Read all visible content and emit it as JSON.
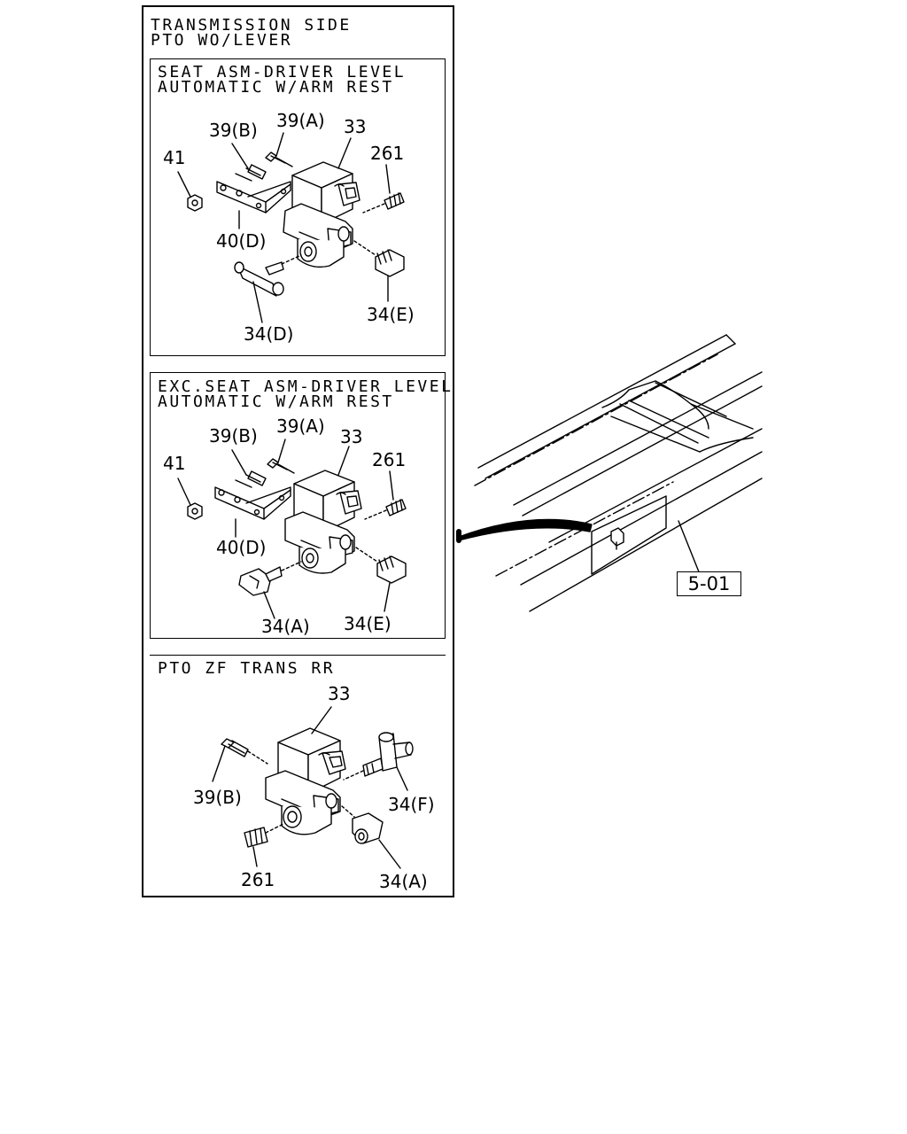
{
  "outer": {
    "title_line1": "TRANSMISSION SIDE",
    "title_line2": "PTO WO/LEVER"
  },
  "panel1": {
    "title_line1": "SEAT ASM-DRIVER LEVEL",
    "title_line2": "AUTOMATIC W/ARM REST",
    "callouts": {
      "c41": "41",
      "c39b": "39(B)",
      "c39a": "39(A)",
      "c33": "33",
      "c261": "261",
      "c40d": "40(D)",
      "c34e": "34(E)",
      "c34d": "34(D)"
    }
  },
  "panel2": {
    "title_line1": "EXC.SEAT ASM-DRIVER LEVEL",
    "title_line2": "AUTOMATIC W/ARM REST",
    "callouts": {
      "c41": "41",
      "c39b": "39(B)",
      "c39a": "39(A)",
      "c33": "33",
      "c261": "261",
      "c40d": "40(D)",
      "c34a": "34(A)",
      "c34e": "34(E)"
    }
  },
  "panel3": {
    "title_line1": "PTO ZF TRANS RR",
    "callouts": {
      "c33": "33",
      "c39b": "39(B)",
      "c34f": "34(F)",
      "c261": "261",
      "c34a": "34(A)"
    }
  },
  "chassis": {
    "reference": "5-01"
  }
}
